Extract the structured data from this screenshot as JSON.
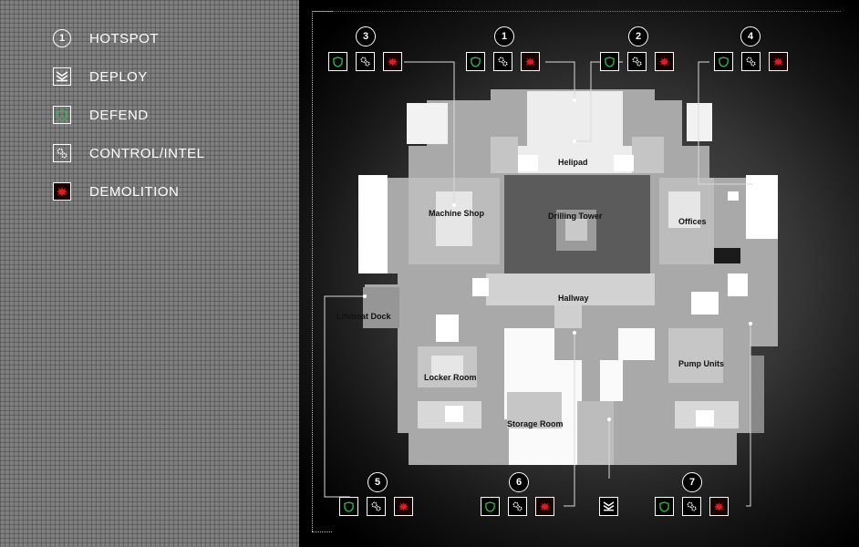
{
  "legend": {
    "items": [
      {
        "key": "hotspot",
        "label": "HOTSPOT",
        "icon": "hotspot-number-icon",
        "glyph": "1"
      },
      {
        "key": "deploy",
        "label": "DEPLOY",
        "icon": "deploy-chevron-icon"
      },
      {
        "key": "defend",
        "label": "DEFEND",
        "icon": "shield-icon",
        "color": "#2fbf4a"
      },
      {
        "key": "control",
        "label": "CONTROL/INTEL",
        "icon": "gears-icon"
      },
      {
        "key": "demolition",
        "label": "DEMOLITION",
        "icon": "explosion-icon",
        "color": "#e01c1c"
      }
    ]
  },
  "map": {
    "locations": [
      {
        "key": "helipad",
        "label": "Helipad"
      },
      {
        "key": "machine_shop",
        "label": "Machine Shop"
      },
      {
        "key": "drilling_tower",
        "label": "Drilling Tower"
      },
      {
        "key": "offices",
        "label": "Offices"
      },
      {
        "key": "hallway",
        "label": "Hallway"
      },
      {
        "key": "lifeboat_dock",
        "label": "Lifeboat Dock"
      },
      {
        "key": "locker_room",
        "label": "Locker Room"
      },
      {
        "key": "pump_units",
        "label": "Pump Units"
      },
      {
        "key": "storage_room",
        "label": "Storage Room"
      }
    ],
    "hotspots": [
      {
        "number": "1"
      },
      {
        "number": "2"
      },
      {
        "number": "3"
      },
      {
        "number": "4"
      },
      {
        "number": "5"
      },
      {
        "number": "6"
      },
      {
        "number": "7"
      }
    ]
  },
  "colors": {
    "defend": "#2fbf4a",
    "demolition": "#e01c1c",
    "panel": "#7a7a7a"
  }
}
